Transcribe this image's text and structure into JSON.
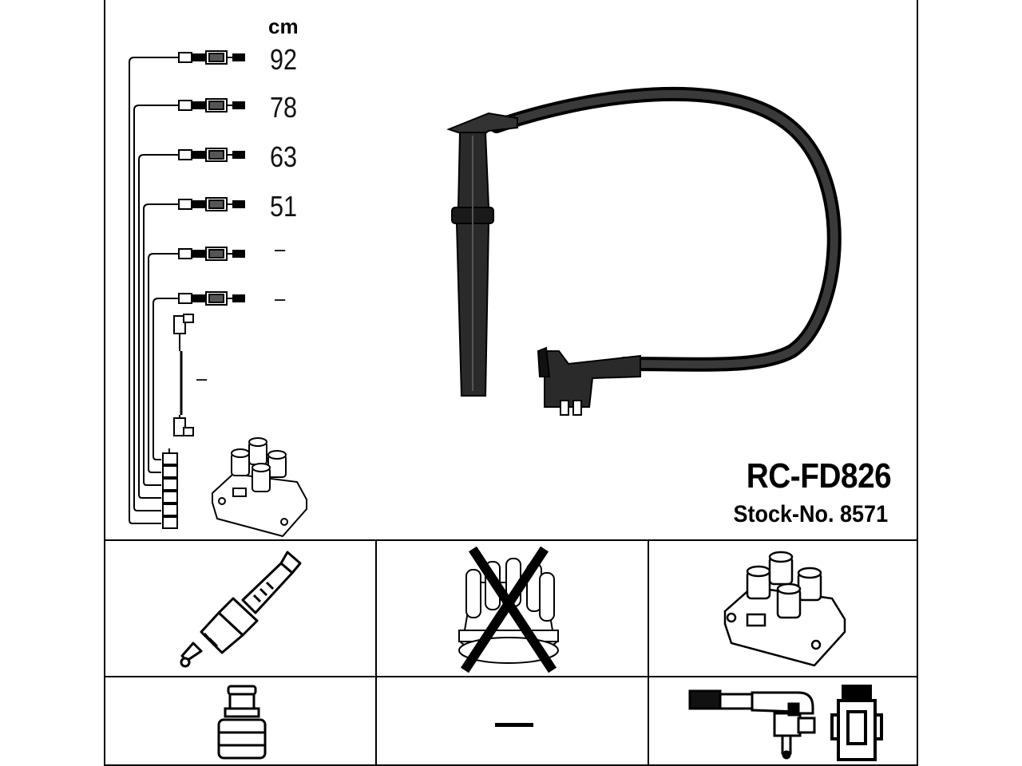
{
  "unit_label": "cm",
  "cable_lengths": [
    "92",
    "78",
    "63",
    "51",
    "–",
    "–"
  ],
  "coil_lead_length": "–",
  "part_number": "RC-FD826",
  "stock_number": "Stock-No. 8571",
  "compat_panel": {
    "spark_plug_connector": "–"
  }
}
